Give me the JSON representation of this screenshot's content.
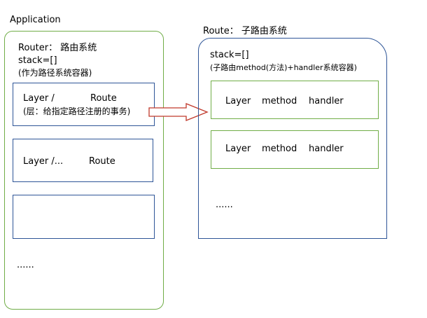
{
  "app": {
    "title": "Application"
  },
  "router": {
    "title": "Router：  路由系统",
    "stack": "stack=[]",
    "note": "(作为路径系统容器)",
    "layers": [
      {
        "layer": "Layer   /",
        "route": "Route",
        "note": "(层：给指定路径注册的事务)"
      },
      {
        "layer": "Layer   /...",
        "route": "Route"
      }
    ],
    "ellipsis": "......"
  },
  "route": {
    "title": "Route：  子路由系统",
    "stack": "stack=[]",
    "note": "(子路由method(方法)+handler系统容器)",
    "layers": [
      {
        "layer": "Layer",
        "method": "method",
        "handler": "handler"
      },
      {
        "layer": "Layer",
        "method": "method",
        "handler": "handler"
      }
    ],
    "ellipsis": "......"
  },
  "colors": {
    "green": "#70ad47",
    "blue": "#2e5597",
    "arrow": "#c0392b"
  }
}
